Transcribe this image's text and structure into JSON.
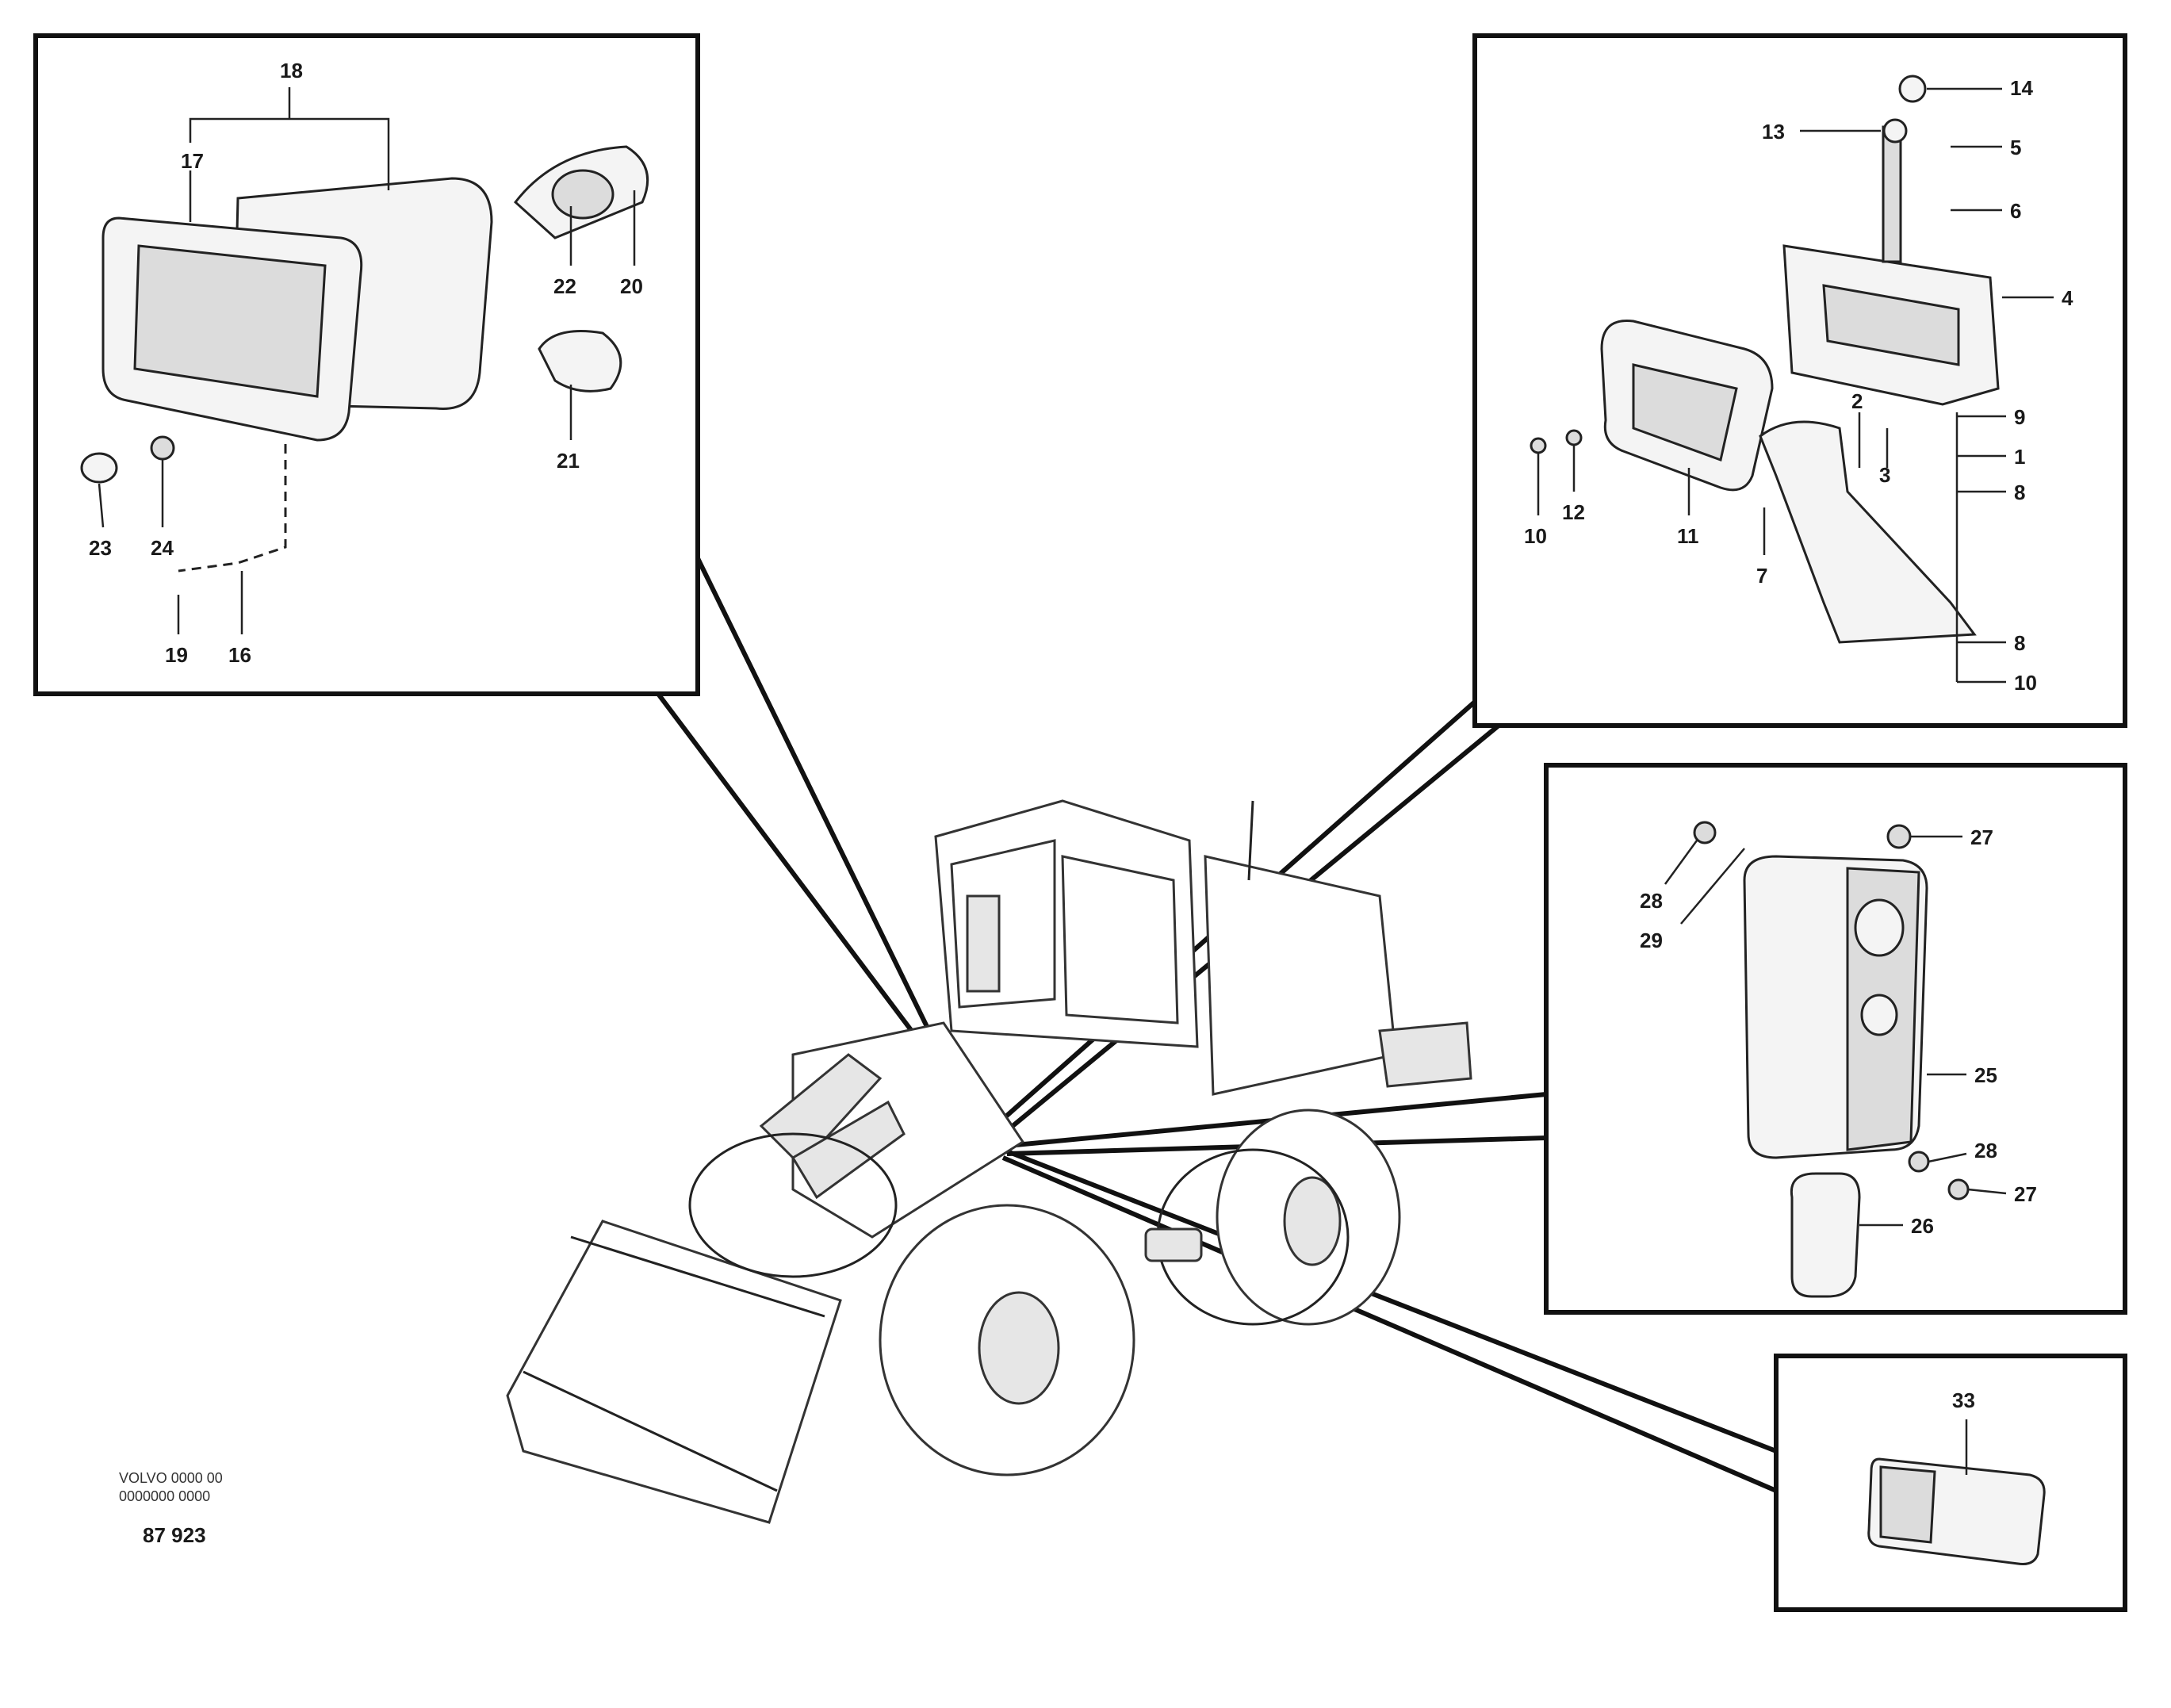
{
  "detail_1": {
    "labels": {
      "l18": "18",
      "l17": "17",
      "l22": "22",
      "l20": "20",
      "l21": "21",
      "l23": "23",
      "l24": "24",
      "l19": "19",
      "l16": "16"
    }
  },
  "detail_2": {
    "labels": {
      "l14": "14",
      "l13": "13",
      "l5": "5",
      "l6": "6",
      "l4": "4",
      "l9": "9",
      "l1": "1",
      "l2": "2",
      "l8": "8",
      "l3": "3",
      "l7": "7",
      "l11": "11",
      "l12": "12",
      "l10a": "10",
      "l10b": "10",
      "l8b": "8"
    }
  },
  "detail_3": {
    "labels": {
      "l27a": "27",
      "l28a": "28",
      "l29": "29",
      "l25": "25",
      "l28b": "28",
      "l27b": "27",
      "l26": "26"
    }
  },
  "detail_4": {
    "labels": {
      "l33": "33"
    }
  },
  "figure_code": "87 923",
  "figure_note_line1": "VOLVO 0000 00",
  "figure_note_line2": "0000000 0000"
}
